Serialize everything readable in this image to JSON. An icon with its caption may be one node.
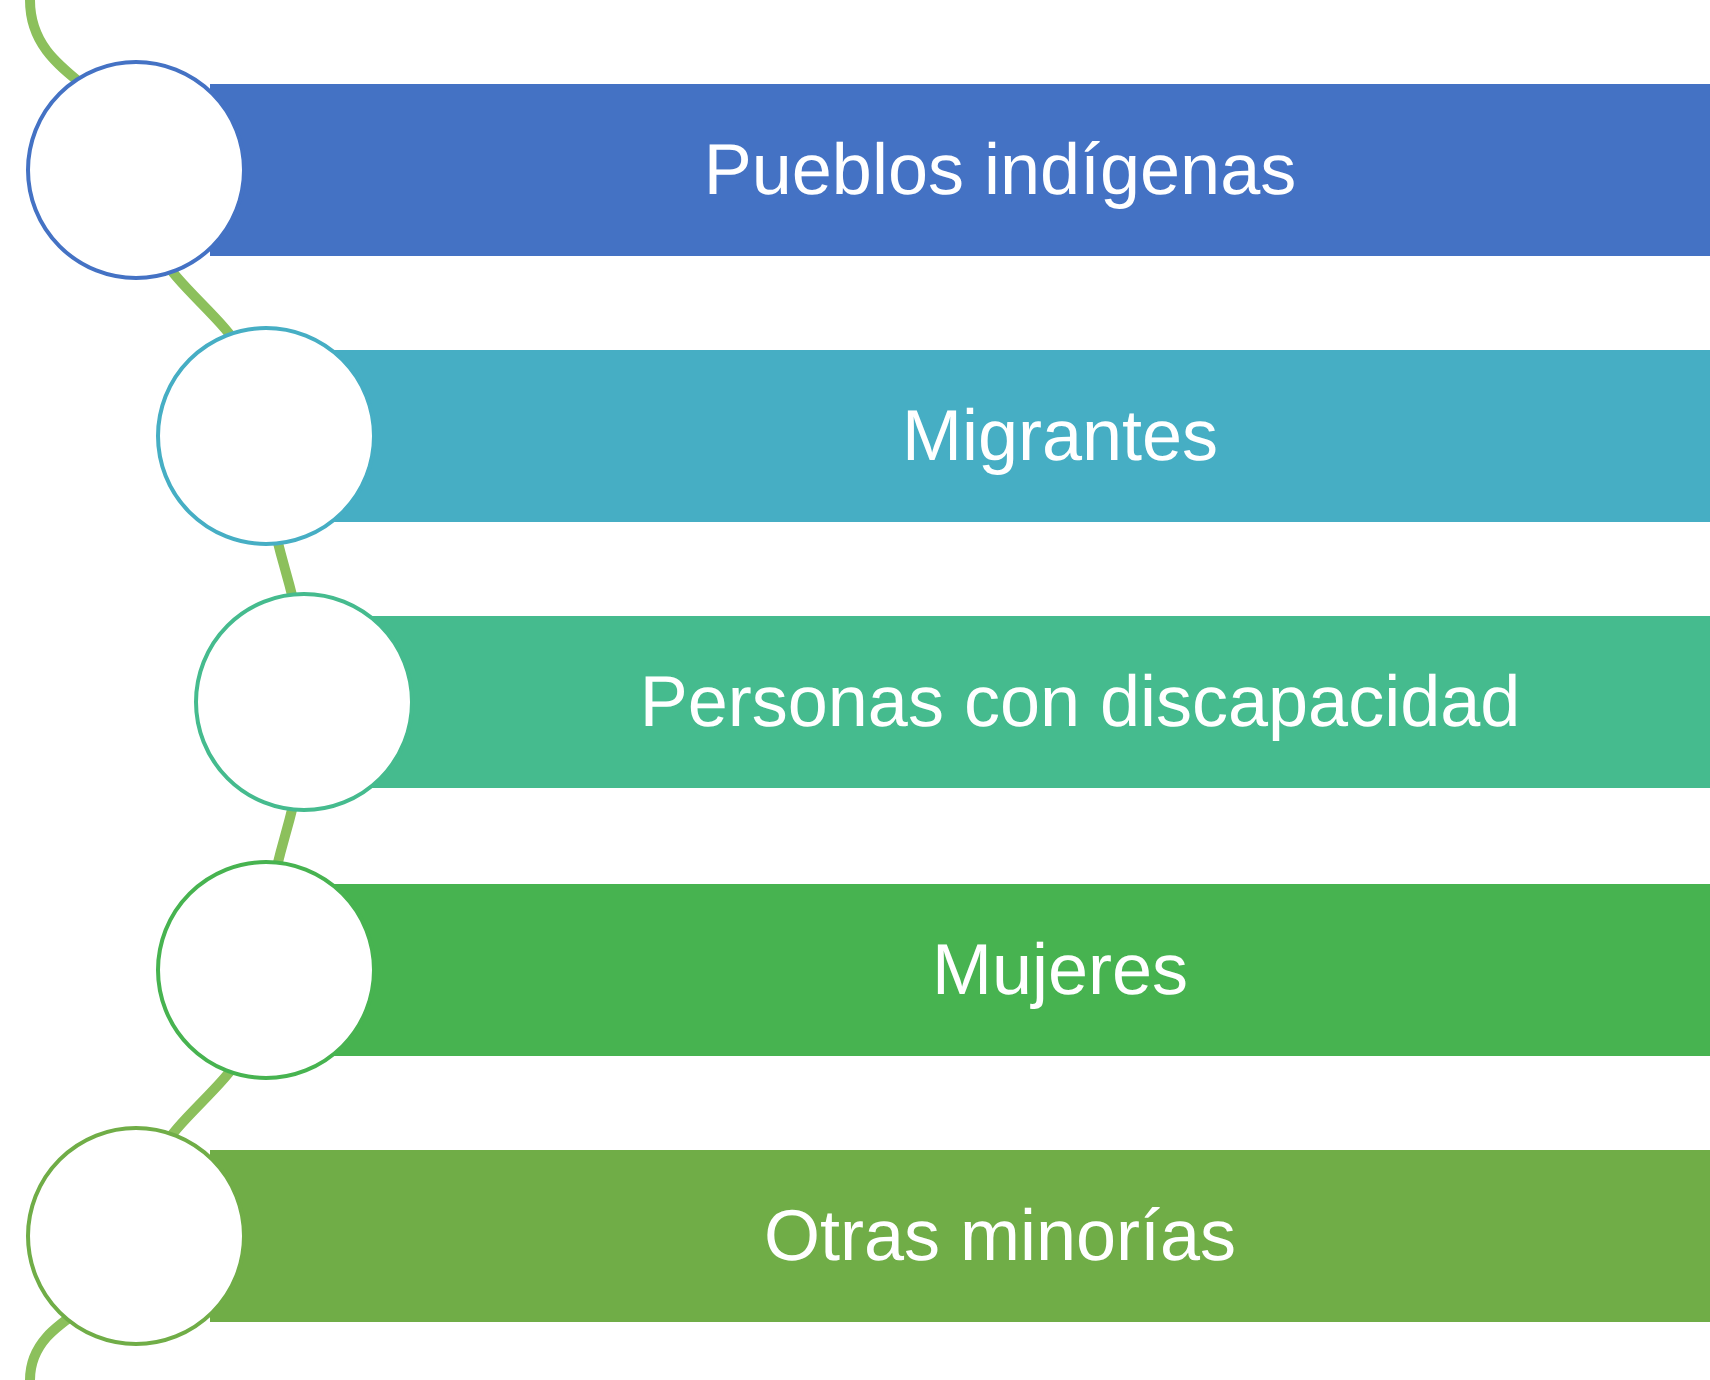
{
  "diagram": {
    "nodes": [
      {
        "text": [
          "Pueblos indígenas"
        ]
      },
      {
        "text": [
          "Migrantes"
        ]
      },
      {
        "text": [
          "Personas con discapacidad"
        ]
      },
      {
        "text": [
          "Mujeres"
        ]
      },
      {
        "text": [
          "Otras minorías"
        ]
      }
    ]
  }
}
